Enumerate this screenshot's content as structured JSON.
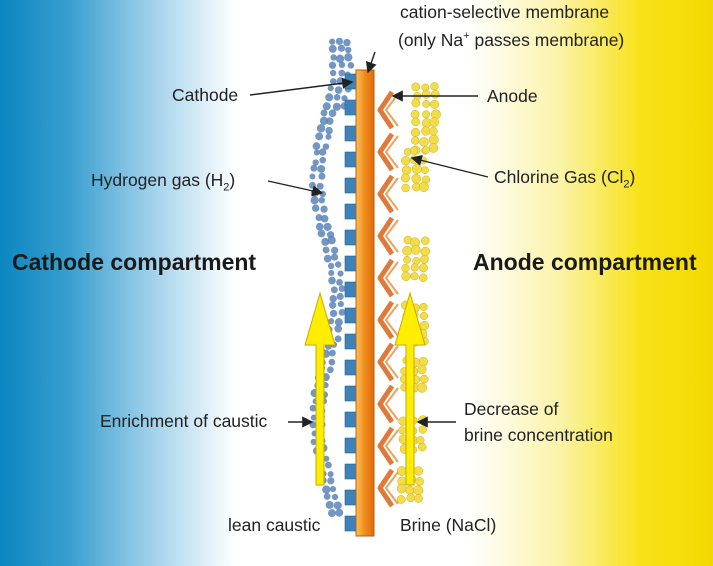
{
  "labels": {
    "membrane_line1": "cation-selective membrane",
    "membrane_line2_pre": "(only Na",
    "membrane_line2_sup": "+",
    "membrane_line2_post": " passes membrane)",
    "cathode": "Cathode",
    "anode": "Anode",
    "hydrogen_pre": "Hydrogen gas (H",
    "hydrogen_sub": "2",
    "hydrogen_post": ")",
    "chlorine_pre": "Chlorine Gas (Cl",
    "chlorine_sub": "2",
    "chlorine_post": ")",
    "cathode_compartment": "Cathode compartment",
    "anode_compartment": "Anode compartment",
    "enrichment": "Enrichment of caustic",
    "decrease_line1": "Decrease of",
    "decrease_line2": "brine concentration",
    "lean_caustic": "lean caustic",
    "brine": "Brine (NaCl)"
  },
  "colors": {
    "cathode_blue": "#0a86c0",
    "anode_yellow": "#f4d900",
    "membrane_orange": "#f08a1a",
    "electrode_blue": "#3d82b8",
    "electrode_orange": "#e07a3a",
    "gas_blue": "#5b84b8",
    "gas_yellow": "#f2dc4a",
    "arrow_yellow": "#ffee00"
  }
}
